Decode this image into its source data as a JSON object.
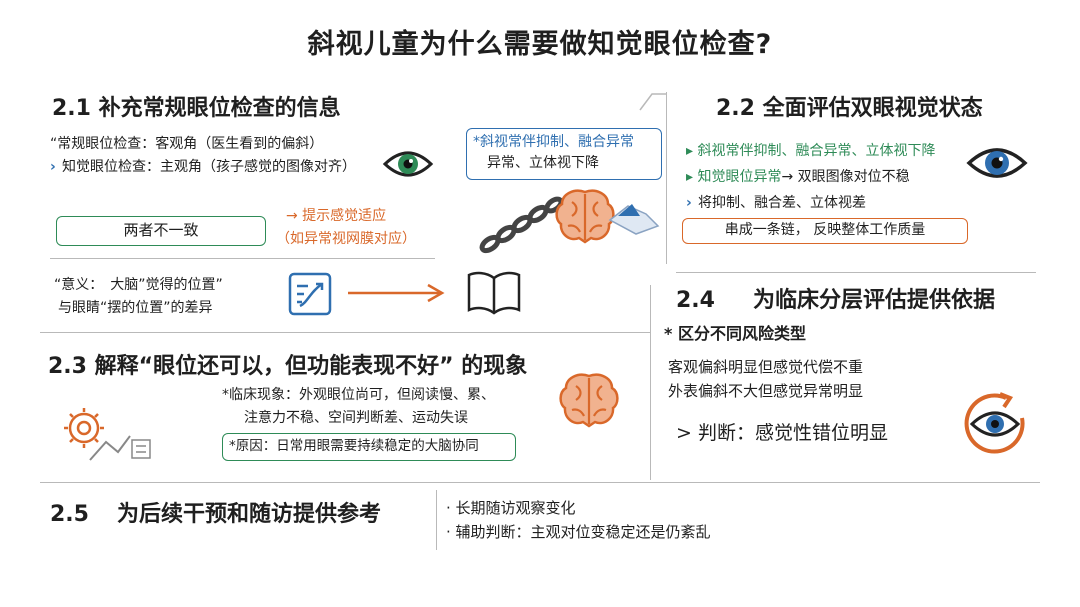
{
  "title": "斜视儿童为什么需要做知觉眼位检查?",
  "s21": {
    "heading": "2.1 补充常规眼位检查的信息",
    "line1": "“常规眼位检查：客观角（医生看到的偏斜）",
    "line2": "知觉眼位检查：主观角（孩子感觉的图像对齐）",
    "mismatch_label": "两者不一致",
    "hint1": "→ 提示感觉适应",
    "hint2": "（如异常视网膜对应）",
    "callout_line1": "*斜视常伴抑制、融合异常",
    "callout_line2": "异常、立体视下降",
    "meaning_line1": "“意义：　大脑”觉得的位置”",
    "meaning_line2": "与眼睛“摆的位置”的差异"
  },
  "s22": {
    "heading": "2.2 全面评估双眼视觉状态",
    "item1": "斜视常伴抑制、融合异常、立体视下降",
    "item2_a": "知觉眼位异常",
    "item2_b": "→ 双眼图像对位不稳",
    "item3": "将抑制、融合差、立体视差",
    "chain_box": "串成一条链，  反映整体工作质量"
  },
  "s23": {
    "heading": "2.3 解释“眼位还可以，但功能表现不好” 的现象",
    "clinical1": "*临床现象：外观眼位尚可，但阅读慢、累、",
    "clinical2": "注意力不稳、空间判断差、运动失误",
    "cause": "*原因：日常用眼需要持续稳定的大脑协同"
  },
  "s24": {
    "heading_num": "2.4",
    "heading_text": "为临床分层评估提供依据",
    "sub": "* 区分不同风险类型",
    "line1": "客观偏斜明显但感觉代偿不重",
    "line2": "外表偏斜不大但感觉异常明显",
    "judge": "> 判断：感觉性错位明显"
  },
  "s25": {
    "heading_num": "2.5",
    "heading_text": "为后续干预和随访提供参考",
    "b1": "· 长期随访观察变化",
    "b2": "· 辅助判断：主观对位变稳定还是仍紊乱"
  },
  "icons": {
    "eye": "eye-icon",
    "brain": "brain-icon",
    "chain": "chain-icon",
    "book": "book-icon",
    "alignment": "alignment-chart-icon",
    "target": "target-icon"
  },
  "colors": {
    "green": "#2e8b57",
    "blue": "#2f6fb0",
    "orange": "#d9682a"
  }
}
